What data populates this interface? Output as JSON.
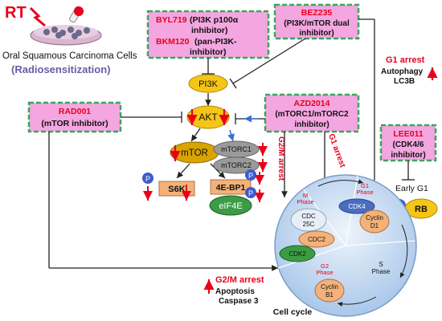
{
  "top": {
    "rt_label": "RT",
    "cells_label": "Oral Squamous Carcinoma Cells",
    "radio_label": "(Radiosensitization)"
  },
  "inhibitors": {
    "byl719": {
      "name": "BYL719",
      "desc_a": "(PI3K p100α",
      "desc_b": "inhibitor)"
    },
    "bkm120": {
      "name": "BKM120",
      "desc_a": "(pan-PI3K-",
      "desc_b": "inhibitor)"
    },
    "bez235": {
      "name": "BEZ235",
      "desc_a": "(PI3K/mTOR dual",
      "desc_b": "inhibitor)"
    },
    "rad001": {
      "name": "RAD001",
      "desc": "(mTOR inhibitor)"
    },
    "azd2014": {
      "name": "AZD2014",
      "desc_a": "(mTORC1/mTORC2",
      "desc_b": "inhibitor)"
    },
    "lee011": {
      "name": "LEE011",
      "desc_a": "(CDK4/6",
      "desc_b": "inhibitor)"
    }
  },
  "nodes": {
    "pi3k": "PI3K",
    "akt": "AKT",
    "mtor": "mTOR",
    "mtorc1": "mTORC1",
    "mtorc2": "mTORC2",
    "s6k": "S6K",
    "ebp1": "4E-BP1",
    "eif4e": "eIF4E",
    "p": "P",
    "rb": "RB"
  },
  "outcomes": {
    "g1_arrest": "G1 arrest",
    "autophagy": "Autophagy",
    "lc3b": "LC3B",
    "g2m_vertical": "G2/M arrest",
    "g1_vertical": "G1 arrest",
    "early_g1": "Early G1",
    "g2m_bottom": "G2/M arrest",
    "apoptosis": "Apoptosis",
    "caspase3": "Caspase 3"
  },
  "cell_cycle": {
    "title": "Cell cycle",
    "m_phase_a": "M",
    "m_phase_b": "Phase",
    "g1_phase_a": "G1",
    "g1_phase_b": "Phase",
    "g2_phase_a": "G2",
    "g2_phase_b": "Phase",
    "s_phase_a": "S",
    "s_phase_b": "Phase",
    "cdc25c_a": "CDC",
    "cdc25c_b": "25C",
    "cdc2": "CDC2",
    "cdk2": "CDK2",
    "cdk4": "CDK4",
    "cyclin_d1_a": "Cyclin",
    "cyclin_d1_b": "D1",
    "cyclin_b1_a": "Cyclin",
    "cyclin_b1_b": "B1"
  },
  "colors": {
    "inhibitor_fill": "#f4a6e0",
    "inhibitor_border": "#3aa65c",
    "red": "#e8001c",
    "akt_fill": "#f5c518",
    "mtor_fill": "#d9a400",
    "mtorc_fill": "#9a9a9a",
    "s6k_fill": "#f3b27a",
    "p_fill": "#3d5ccc",
    "eif4e_fill": "#3b9c45",
    "cell_fill": "#c8dcf2",
    "rb_fill": "#f5c518"
  }
}
